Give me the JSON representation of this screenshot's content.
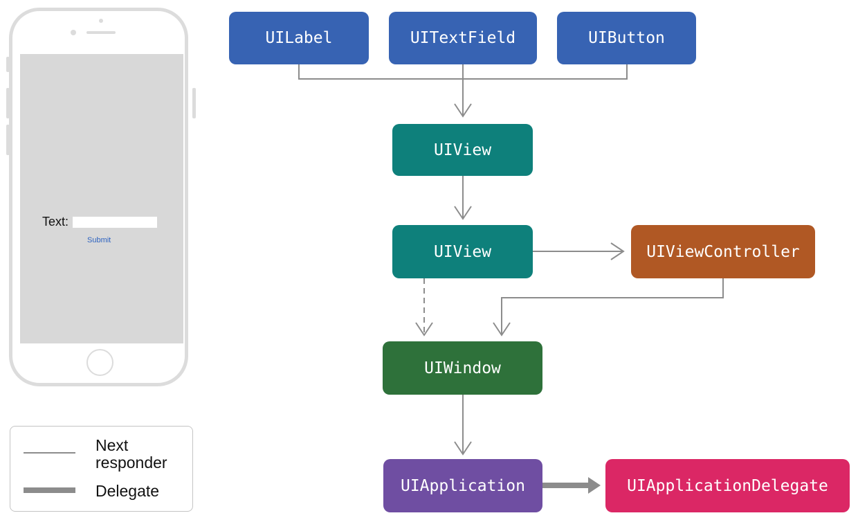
{
  "phone": {
    "text_label": "Text:",
    "submit_label": "Submit"
  },
  "legend": {
    "next_line1": "Next",
    "next_line2": "responder",
    "delegate": "Delegate"
  },
  "nodes": {
    "uilabel": "UILabel",
    "uitextfield": "UITextField",
    "uibutton": "UIButton",
    "uiview_top": "UIView",
    "uiview_mid": "UIView",
    "uiviewcontroller": "UIViewController",
    "uiwindow": "UIWindow",
    "uiapplication": "UIApplication",
    "uiapplicationdelegate": "UIApplicationDelegate"
  },
  "colors": {
    "ui_controls": "#3763b3",
    "views": "#0e807b",
    "window": "#2e713a",
    "view_controller": "#b05824",
    "application": "#6f4ea2",
    "app_delegate": "#db2765",
    "connector": "#8c8c8c"
  }
}
